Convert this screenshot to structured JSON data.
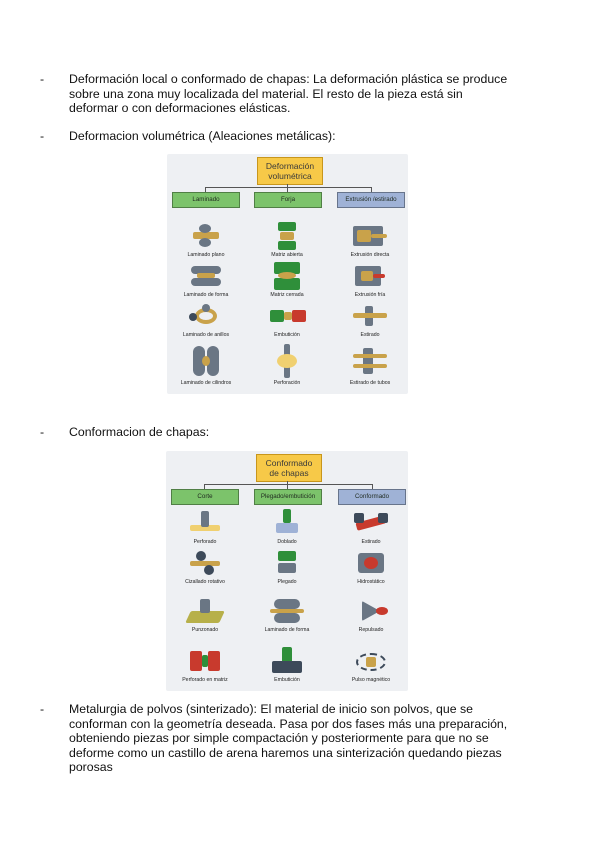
{
  "bullets": [
    {
      "dash": "-",
      "lines": [
        "Deformación local o conformado de chapas: La deformación plástica se produce",
        "sobre una zona muy localizada del material. El resto de la pieza está sin",
        "deformar o con deformaciones elásticas."
      ]
    },
    {
      "dash": "-",
      "lines": [
        "Deformacion volumétrica (Aleaciones metálicas):"
      ]
    },
    {
      "dash": "-",
      "lines": [
        "Conformacion de chapas:"
      ]
    },
    {
      "dash": "-",
      "lines": [
        "Metalurgia de polvos (sinterizado): El material de inicio son polvos, que se",
        "conforman con la geometría deseada. Pasa por dos fases más una preparación,",
        "obteniendo piezas por simple compactación y posteriormente para que no se",
        "deforme como un castillo de arena haremos una sinterización quedando piezas",
        "porosas"
      ]
    }
  ],
  "diagram1": {
    "title_lines": [
      "Deformación",
      "volumétrica"
    ],
    "categories": [
      {
        "label": "Laminado",
        "color": "#7cc36b",
        "items": [
          "Laminado plano",
          "Laminado de forma",
          "Laminado de anillos",
          "Laminado de cilindros"
        ]
      },
      {
        "label": "Forja",
        "color": "#7cc36b",
        "items": [
          "Matriz abierta",
          "Matriz cerrada",
          "Embutición",
          "Perforación"
        ]
      },
      {
        "label": "Extrusión /estirado",
        "color": "#9fb2d6",
        "items": [
          "Extrusión directa",
          "Extrusión fría",
          "Estirado",
          "Estirado de tubos"
        ]
      }
    ]
  },
  "diagram2": {
    "title_lines": [
      "Conformado",
      "de chapas"
    ],
    "categories": [
      {
        "label": "Corte",
        "color": "#7cc36b",
        "items": [
          "Perforado",
          "Cizallado rotativo",
          "Punzonado",
          "Perforado en matriz"
        ]
      },
      {
        "label": "Plegado/embutición",
        "color": "#7cc36b",
        "items": [
          "Doblado",
          "Plegado",
          "Laminado de forma",
          "Embutición"
        ]
      },
      {
        "label": "Conformado",
        "color": "#9fb2d6",
        "items": [
          "Estirado",
          "Hidrostático",
          "Repulsado",
          "Pulso magnético"
        ]
      }
    ]
  }
}
